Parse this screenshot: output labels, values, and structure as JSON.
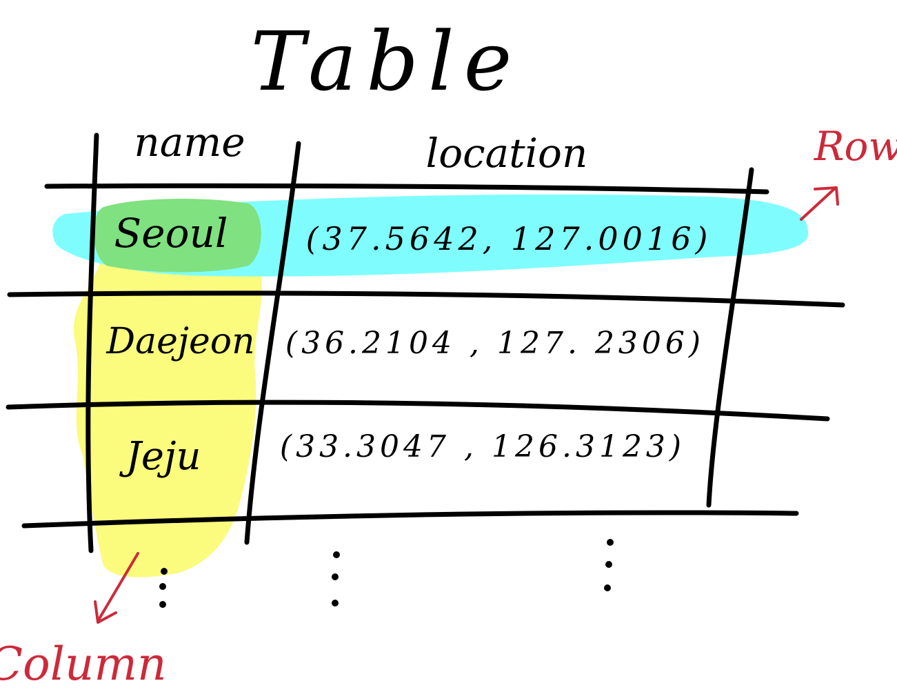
{
  "title": "Table",
  "headers": [
    "name",
    "location"
  ],
  "rows": [
    {
      "name": "Seoul",
      "location": "(37.5642, 127.0016)"
    },
    {
      "name": "Daejeon",
      "location": "(36.2104 , 127. 2306)"
    },
    {
      "name": "Jeju",
      "location": "(33.3047 , 126.3123)"
    }
  ],
  "annotations": {
    "row_label": "Row",
    "column_label": "Column"
  },
  "colors": {
    "row_highlight": "#7ffdfe",
    "column_highlight": "#fbfb7d",
    "overlap_highlight": "#7fe17f",
    "annotation": "#cc2a3a",
    "ink": "#000000"
  }
}
